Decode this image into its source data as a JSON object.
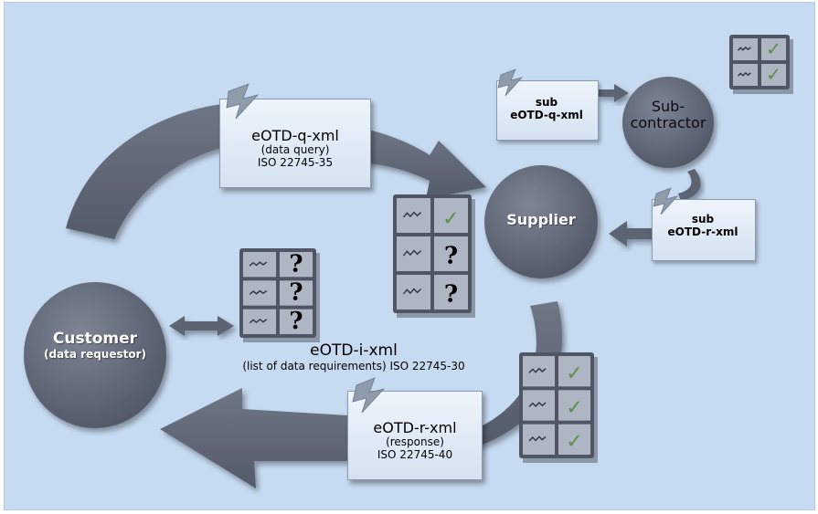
{
  "nodes": {
    "customer": {
      "title": "Customer",
      "subtitle": "(data requestor)"
    },
    "supplier": {
      "title": "Supplier"
    },
    "subcontractor": {
      "line1": "Sub-",
      "line2": "contractor"
    }
  },
  "messages": {
    "query": {
      "name": "eOTD-q-xml",
      "desc": "(data query)",
      "standard": "ISO 22745-35"
    },
    "identification": {
      "name": "eOTD-i-xml",
      "desc": "(list of data requirements) ISO 22745-30"
    },
    "response": {
      "name": "eOTD-r-xml",
      "desc": "(response)",
      "standard": "ISO 22745-40"
    },
    "sub_query": {
      "line1": "sub",
      "line2": "eOTD-q-xml"
    },
    "sub_response": {
      "line1": "sub",
      "line2": "eOTD-r-xml"
    }
  },
  "forms": {
    "question_mark": "?",
    "check_mark": "✓"
  },
  "colors": {
    "background": "#c6daf1",
    "shape": "#5f6675",
    "shape_light": "#7a8192",
    "card": "#dbe7f4"
  }
}
